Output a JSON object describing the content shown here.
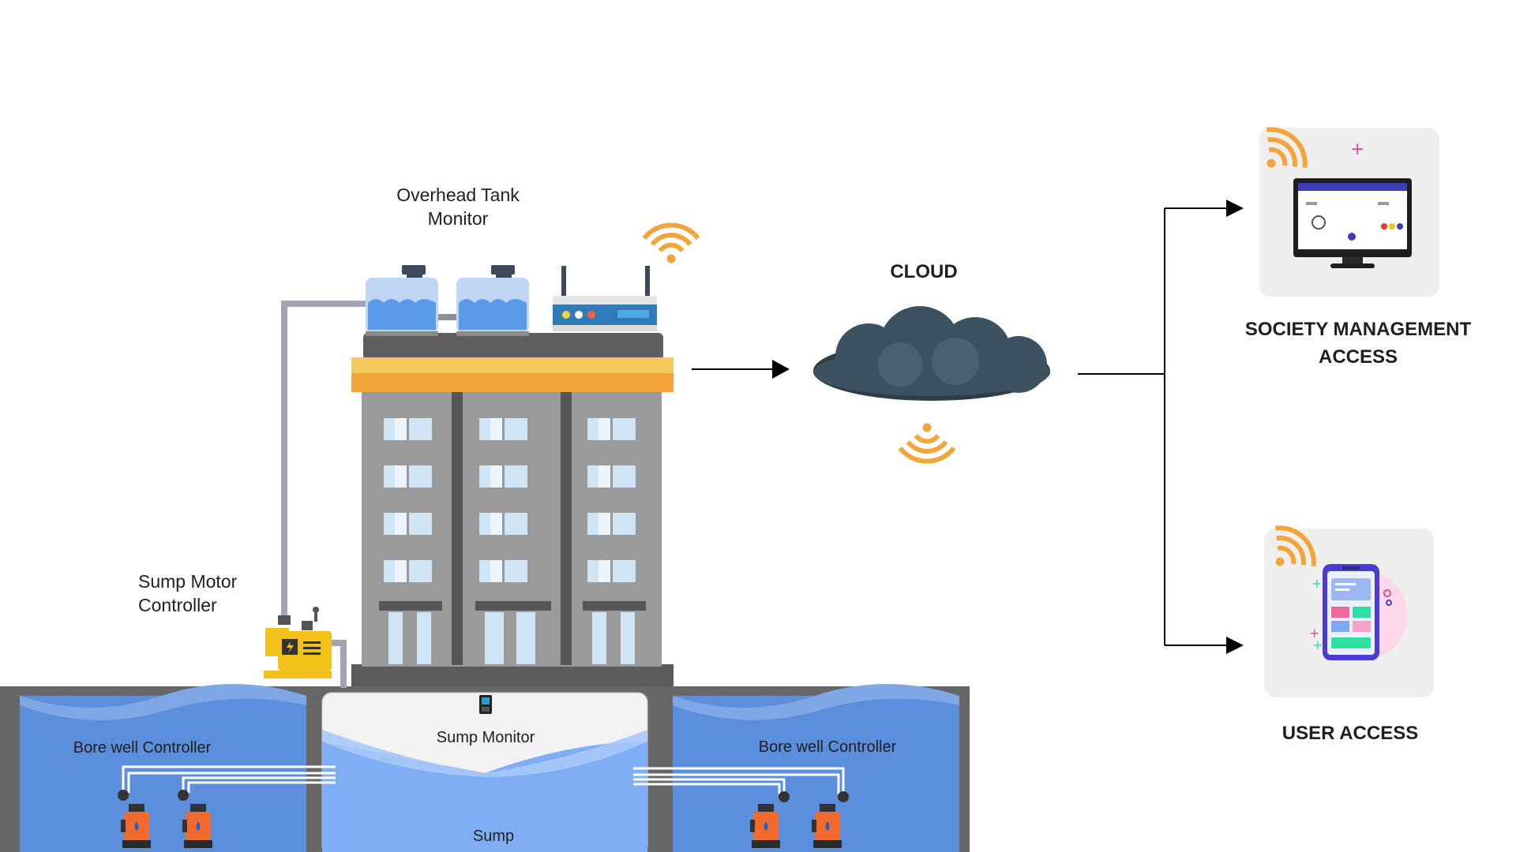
{
  "labels": {
    "overhead_tank_monitor": "Overhead Tank\nMonitor",
    "sump_motor_controller": "Sump Motor\nController",
    "cloud": "CLOUD",
    "society_management_access": "SOCIETY MANAGEMENT\nACCESS",
    "user_access": "USER ACCESS",
    "bore_well_controller_left": "Bore well Controller",
    "bore_well_controller_right": "Bore well Controller",
    "sump_monitor": "Sump Monitor",
    "sump": "Sump"
  },
  "icons": {
    "wifi": "wifi-icon",
    "router": "router-icon",
    "cloud": "cloud-icon",
    "desktop": "desktop-monitor-icon",
    "phone": "smartphone-icon",
    "pump": "submersible-pump-icon",
    "controller": "motor-controller-icon"
  },
  "colors": {
    "wifi": "#F2A53A",
    "cloud": "#3D5260",
    "building": "#9A9A9A",
    "roof_band": "#F2A53A",
    "water": "#5B8EDB",
    "sump_water": "#7FAEF5",
    "ground": "#666666",
    "pump": "#F26A2E",
    "controller": "#F2C21B"
  }
}
